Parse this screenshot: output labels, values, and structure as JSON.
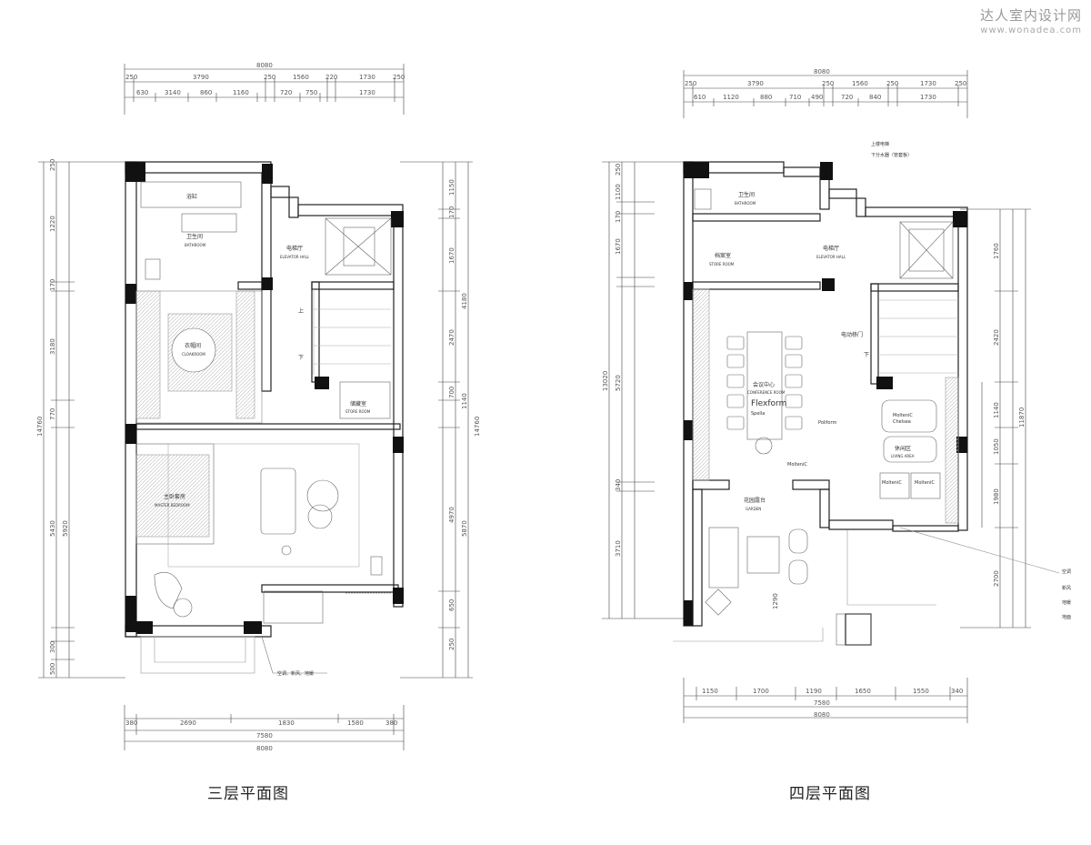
{
  "watermark": {
    "cn": "达人室内设计网",
    "url": "www.wonadea.com"
  },
  "plan3": {
    "caption": "三层平面图",
    "top_total": "8080",
    "top_row1": [
      "250",
      "3790",
      "250",
      "1560",
      "220",
      "1730",
      "250"
    ],
    "top_row2": [
      "630",
      "3140",
      "860",
      "1160",
      "720",
      "750",
      "1730"
    ],
    "bottom_row1": [
      "380",
      "2690",
      "1830",
      "1580",
      "380"
    ],
    "bottom_total_inner": "7580",
    "bottom_total": "8080",
    "left_dims": [
      "1220",
      "170",
      "3180",
      "770",
      "5430",
      "5920",
      "300",
      "500",
      "250"
    ],
    "left_total": "14760",
    "right_dims": [
      "1150",
      "170",
      "1670",
      "4180",
      "2470",
      "700",
      "1140",
      "4970",
      "5870",
      "250",
      "650"
    ],
    "right_total": "14760",
    "rooms": {
      "bath": "卫生间",
      "bath_en": "BATHROOM",
      "tub": "浴缸",
      "dress": "衣帽间",
      "dress_en": "CLOAKROOM",
      "elev": "电梯厅",
      "elev_en": "ELEVATOR HALL",
      "store": "储藏室",
      "store_en": "STORE ROOM",
      "master": "主卧套房",
      "master_en": "MASTER BEDROOM",
      "up": "上",
      "down": "下",
      "note": "空调、新风、地暖"
    }
  },
  "plan4": {
    "caption": "四层平面图",
    "top_total": "8080",
    "top_row1": [
      "250",
      "3790",
      "250",
      "1560",
      "250",
      "1730",
      "250"
    ],
    "top_row2": [
      "610",
      "1120",
      "880",
      "710",
      "490",
      "720",
      "840",
      "1730"
    ],
    "bottom_row1": [
      "1150",
      "1700",
      "1190",
      "1650",
      "1550",
      "340"
    ],
    "bottom_total_inner": "7580",
    "bottom_total": "8080",
    "left_dims": [
      "250",
      "1100",
      "170",
      "1670",
      "5720",
      "340",
      "3710",
      "1290"
    ],
    "left_total": "13020",
    "right_dims": [
      "1760",
      "2420",
      "1140",
      "1050",
      "1980",
      "2700"
    ],
    "right_total": "11870",
    "rooms": {
      "bath": "卫生间",
      "bath_en": "BATHROOM",
      "archive": "档案室",
      "archive_en": "STORE ROOM",
      "elev": "电梯厅",
      "elev_en": "ELEVATOR HALL",
      "meeting": "会议中心",
      "meeting_en": "CONFERENCE ROOM",
      "brand1": "Flexform",
      "brand1_sub": "Spella",
      "rest": "休闲区",
      "rest_en": "LIVING AREA",
      "garden": "花园露台",
      "garden_en": "GARDEN",
      "door": "电动移门",
      "up": "下",
      "note1": "上楼电梯",
      "note2": "下分水器（管套板）",
      "molteni1": "MolteniC",
      "molteni1_sub": "Chelsea",
      "poliform": "Poliform",
      "molteni2": "MolteniC",
      "molteni3": "MolteniC",
      "molteni4": "MolteniC",
      "callouts": [
        "空调",
        "新风",
        "地暖",
        "地面"
      ]
    }
  }
}
